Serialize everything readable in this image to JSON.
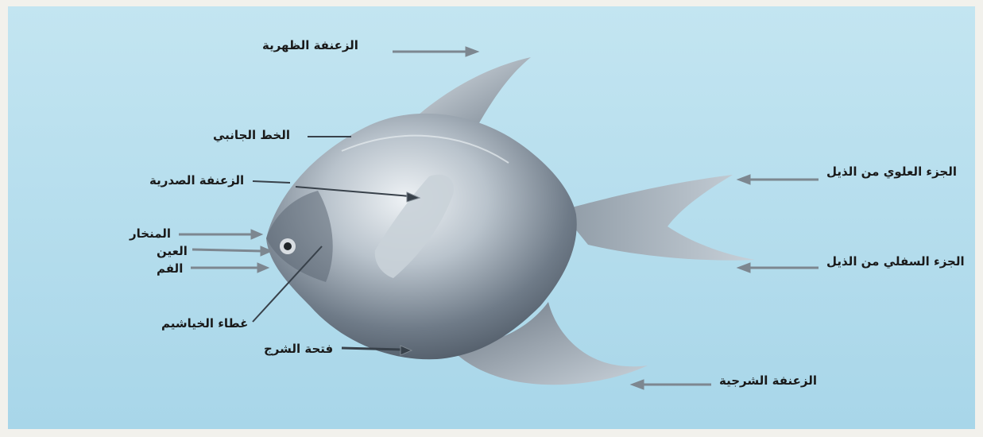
{
  "colors": {
    "paper": "#f2f1ec",
    "sky_light": "#b9e0ee",
    "sky_dark": "#9fd0e4",
    "fish_silver": "#cfd7de",
    "fish_mid": "#8e9aa6",
    "fish_dark": "#4f5a66",
    "arrow_gray": "#7d8790"
  },
  "labels": {
    "dorsal_fin": "الزعنفة الظهرية",
    "lateral_line": "الخط الجانبي",
    "pectoral_fin": "الزعنفة الصدرية",
    "nostril": "المنخار",
    "eye": "العين",
    "mouth": "الفم",
    "gill_cover": "غطاء الخياشيم",
    "anal_opening": "فتحة الشرج",
    "anal_fin": "الزعنفة الشرجية",
    "tail_upper": "الجزء العلوي من الذيل",
    "tail_lower": "الجزء السفلي من الذيل"
  }
}
